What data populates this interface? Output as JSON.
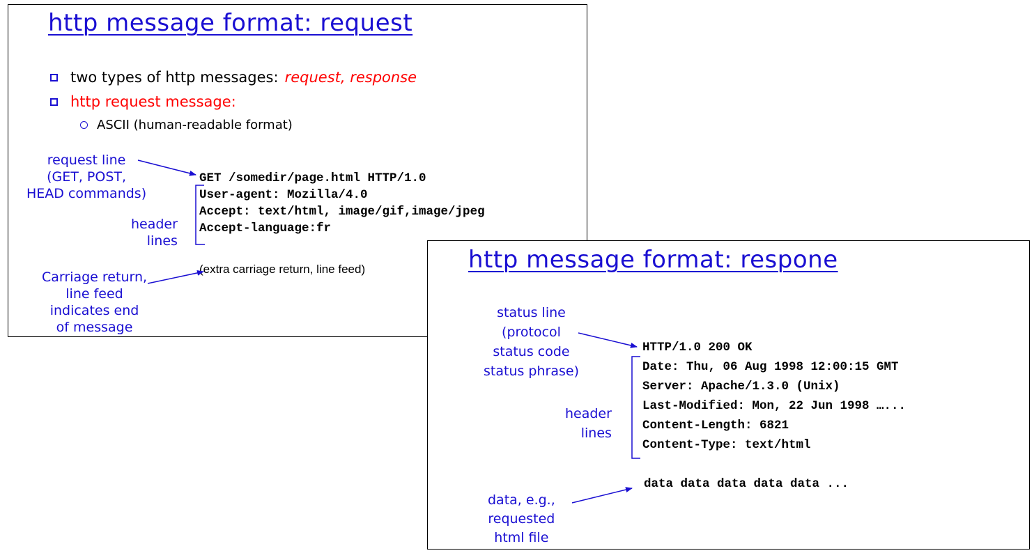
{
  "request_slide": {
    "title": "http message format: request",
    "bullet1_text": "two types of http messages:",
    "bullet1_emphasis": "request, response",
    "bullet2_text": "http request message:",
    "sub_bullet": "ASCII (human-readable format)",
    "label_request_line": [
      "request line",
      "(GET, POST,",
      "HEAD commands)"
    ],
    "label_header_lines": [
      "header",
      "lines"
    ],
    "label_carriage": [
      "Carriage return,",
      "line feed",
      "indicates end",
      "of message"
    ],
    "code_lines": [
      "GET /somedir/page.html HTTP/1.0",
      "User-agent: Mozilla/4.0",
      "Accept: text/html, image/gif,image/jpeg",
      "Accept-language:fr"
    ],
    "extra_note": "(extra carriage return, line feed)"
  },
  "response_slide": {
    "title": "http message format: respone",
    "label_status_line": [
      "status line",
      "(protocol",
      "status code",
      "status phrase)"
    ],
    "label_header_lines": [
      "header",
      "lines"
    ],
    "label_data": [
      "data, e.g.,",
      "requested",
      "html file"
    ],
    "code_lines": [
      "HTTP/1.0 200 OK",
      "Date: Thu, 06 Aug 1998 12:00:15 GMT",
      "Server: Apache/1.3.0 (Unix)",
      "Last-Modified: Mon, 22 Jun 1998 …...",
      "Content-Length: 6821",
      "Content-Type: text/html"
    ],
    "data_line": "data data data data data ..."
  },
  "colors": {
    "accent_blue": "#1a0fd2",
    "emphasis_red": "#ff0000"
  }
}
